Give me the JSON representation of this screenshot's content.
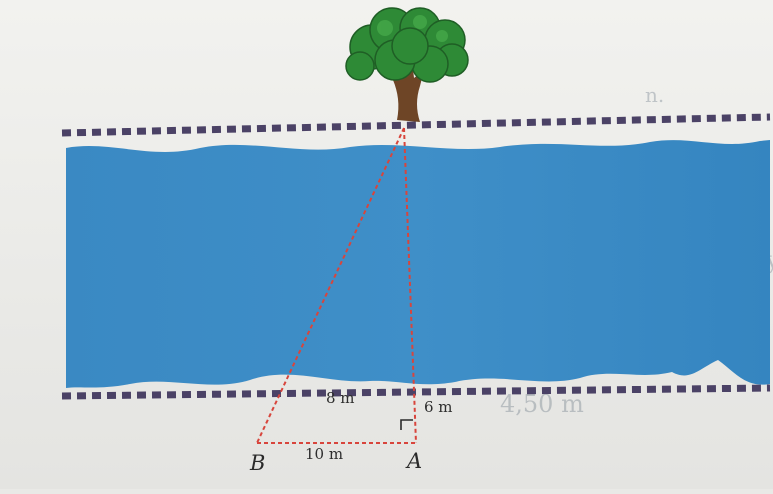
{
  "diagram": {
    "labels": {
      "segment_8m": "8 m",
      "segment_6m": "6 m",
      "segment_10m": "10 m",
      "point_b": "B",
      "point_a": "A"
    },
    "colors": {
      "river": "#3a8ac4",
      "bank_dash": "#4b4266",
      "construction_line": "#d8453c",
      "tree_foliage": "#2e8a36",
      "tree_trunk": "#6e4526",
      "paper": "#e9e9e6"
    },
    "icons": {
      "tree": "tree-icon",
      "right_angle": "right-angle-marker"
    }
  }
}
